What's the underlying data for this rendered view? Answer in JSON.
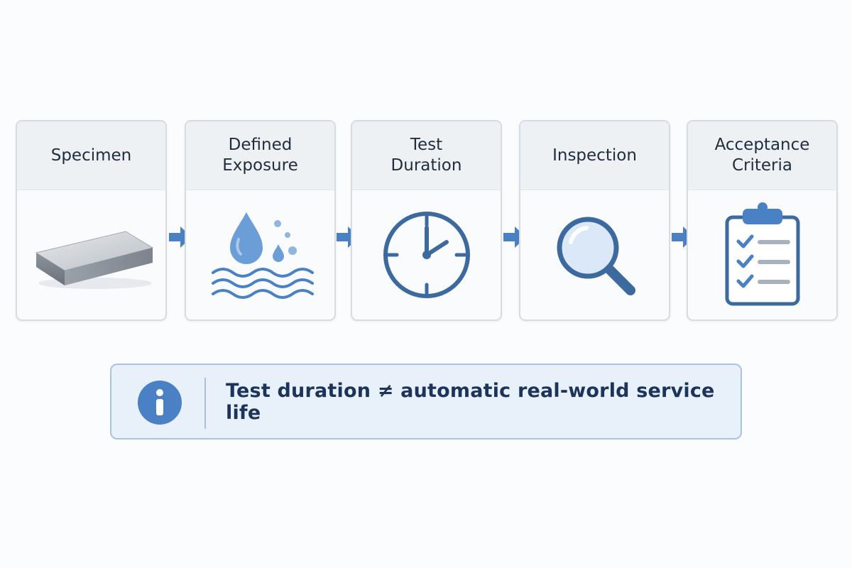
{
  "steps": [
    {
      "label": "Specimen",
      "icon": "metal-block-icon"
    },
    {
      "label": "Defined\nExposure",
      "icon": "water-drop-waves-icon"
    },
    {
      "label": "Test\nDuration",
      "icon": "clock-icon"
    },
    {
      "label": "Inspection",
      "icon": "magnifying-glass-icon"
    },
    {
      "label": "Acceptance\nCriteria",
      "icon": "checklist-clipboard-icon"
    }
  ],
  "note": {
    "text": "Test duration ≠ automatic real-world service life",
    "icon": "info-icon"
  },
  "colors": {
    "accent": "#4a80c4",
    "icon_dark": "#3d6a9e",
    "card_border": "#d7dce2",
    "card_header": "#eef1f4",
    "note_bg": "#e8f0fa",
    "note_border": "#a9c3e3",
    "note_text": "#1c3459"
  }
}
